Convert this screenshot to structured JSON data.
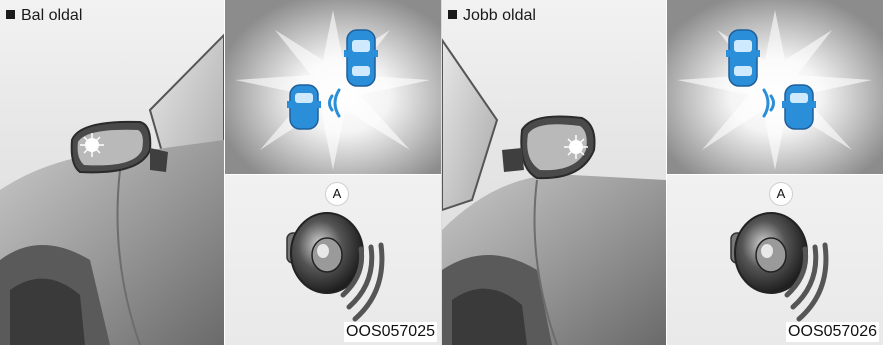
{
  "left_panel": {
    "caption": "Bal oldal",
    "label": "A",
    "code": "OOS057025"
  },
  "right_panel": {
    "caption": "Jobb oldal",
    "label": "A",
    "code": "OOS057026"
  },
  "colors": {
    "warning_blue": "#2a8fd8",
    "warning_glow": "#ffffff",
    "car_body": "#9a9a9a"
  },
  "icons": [
    "car-top-view-icon",
    "sound-wave-icon",
    "speaker-icon",
    "mirror-warning-light-icon"
  ]
}
